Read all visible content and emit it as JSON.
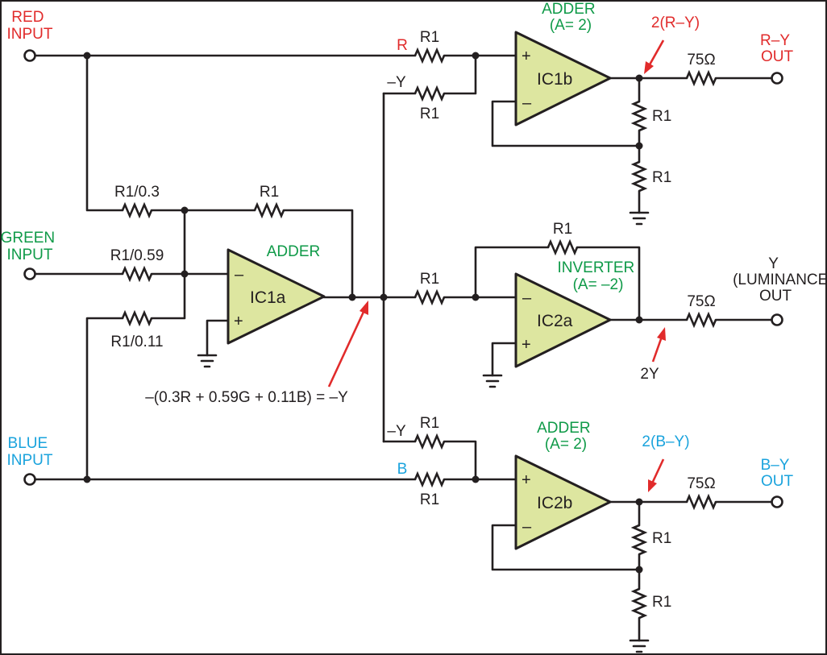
{
  "colors": {
    "red_text": "#e12b2b",
    "green_text": "#0f9a48",
    "blue_text": "#1aa3dd",
    "opamp_fill": "#dde6a0",
    "line": "#231f20",
    "arrow": "#e12b2b"
  },
  "inputs": {
    "red": [
      "RED",
      "INPUT"
    ],
    "green": [
      "GREEN",
      "INPUT"
    ],
    "blue": [
      "BLUE",
      "INPUT"
    ]
  },
  "ic1a": {
    "label": "IC1a",
    "title": "ADDER",
    "r_red": "R1/0.3",
    "r_green": "R1/0.59",
    "r_blue": "R1/0.11",
    "r_feedback": "R1"
  },
  "equation": "–(0.3R + 0.59G + 0.11B) = –Y",
  "ic1b": {
    "label": "IC1b",
    "title": [
      "ADDER",
      "(A= 2)"
    ],
    "sig_r": "R",
    "sig_neg_y": "–Y",
    "r_top": "R1",
    "r_bottom": "R1",
    "r_div_top": "R1",
    "r_div_bottom": "R1",
    "out_sig": "2(R–Y)",
    "r_out": "75Ω",
    "output": [
      "R–Y",
      "OUT"
    ]
  },
  "ic2a": {
    "label": "IC2a",
    "title": [
      "INVERTER",
      "(A= –2)"
    ],
    "r_in": "R1",
    "r_feedback": "R1",
    "out_sig": "2Y",
    "r_out": "75Ω",
    "output": [
      "Y",
      "(LUMINANCE)",
      "OUT"
    ]
  },
  "ic2b": {
    "label": "IC2b",
    "title": [
      "ADDER",
      "(A= 2)"
    ],
    "sig_neg_y": "–Y",
    "sig_b": "B",
    "r_top": "R1",
    "r_bottom": "R1",
    "r_div_top": "R1",
    "r_div_bottom": "R1",
    "out_sig": "2(B–Y)",
    "r_out": "75Ω",
    "output": [
      "B–Y",
      "OUT"
    ]
  },
  "pins": {
    "plus": "+",
    "minus": "–"
  }
}
